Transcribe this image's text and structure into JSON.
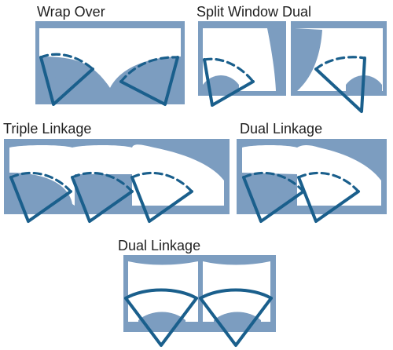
{
  "diagrams": [
    {
      "key": "wrap_over",
      "title": "Wrap Over"
    },
    {
      "key": "split_window_dual",
      "title": "Split Window Dual"
    },
    {
      "key": "triple_linkage",
      "title": "Triple Linkage"
    },
    {
      "key": "dual_linkage_1",
      "title": "Dual Linkage"
    },
    {
      "key": "dual_linkage_2",
      "title": "Dual Linkage"
    }
  ],
  "colors": {
    "panel": "#7c9dc0",
    "glass": "#ffffff",
    "wiper": "#1a5f8c"
  }
}
